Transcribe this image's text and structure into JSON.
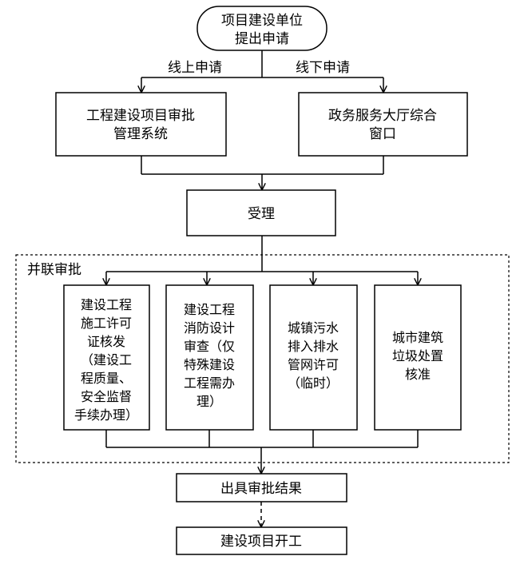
{
  "nodes": {
    "start": [
      "项目建设单位",
      "提出申请"
    ],
    "online_system": [
      "工程建设项目审批",
      "管理系统"
    ],
    "offline_window": [
      "政务服务大厅综合",
      "窗口"
    ],
    "accept": [
      "受理"
    ],
    "approval1": [
      "建设工程",
      "施工许可",
      "证核发",
      "（建设工",
      "程质量、",
      "安全监督",
      "手续办理）"
    ],
    "approval2": [
      "建设工程",
      "消防设计",
      "审查（仅",
      "特殊建设",
      "工程需办",
      "理）"
    ],
    "approval3": [
      "城镇污水",
      "排入排水",
      "管网许可",
      "（临时）"
    ],
    "approval4": [
      "城市建筑",
      "垃圾处置",
      "核准"
    ],
    "result": [
      "出具审批结果"
    ],
    "end": [
      "建设项目开工"
    ]
  },
  "edge_labels": {
    "online": "线上申请",
    "offline": "线下申请"
  },
  "group_label": "并联审批"
}
